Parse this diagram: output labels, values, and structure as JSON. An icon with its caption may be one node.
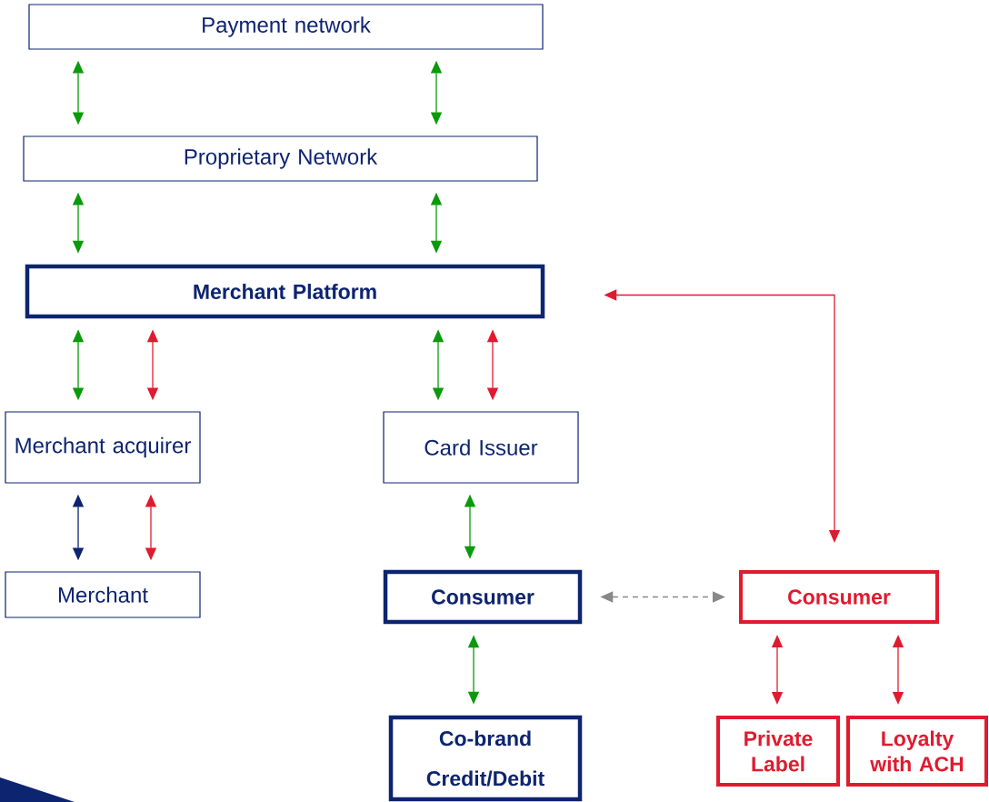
{
  "diagram": {
    "nodes": [
      {
        "text": [
          "Payment network"
        ]
      },
      {
        "text": [
          "Proprietary Network"
        ]
      },
      {
        "text": [
          "Merchant Platform"
        ]
      },
      {
        "text": [
          "Merchant acquirer"
        ]
      },
      {
        "text": [
          "Card Issuer"
        ]
      },
      {
        "text": [
          "Merchant"
        ]
      },
      {
        "text": [
          "Consumer"
        ]
      },
      {
        "text": [
          "Consumer"
        ]
      },
      {
        "text": [
          "Co-brand Credit/Debit"
        ]
      },
      {
        "text": [
          "Private Label"
        ]
      },
      {
        "text": [
          "Loyalty with ACH"
        ]
      }
    ],
    "edges": [
      {
        "from": 0,
        "to": 1,
        "arrow": "both"
      },
      {
        "from": 0,
        "to": 1,
        "arrow": "both"
      },
      {
        "from": 1,
        "to": 2,
        "arrow": "both"
      },
      {
        "from": 1,
        "to": 2,
        "arrow": "both"
      },
      {
        "from": 2,
        "to": 3,
        "arrow": "both"
      },
      {
        "from": 2,
        "to": 3,
        "arrow": "both",
        "color": "#e01b2f"
      },
      {
        "from": 2,
        "to": 4,
        "arrow": "both"
      },
      {
        "from": 2,
        "to": 4,
        "arrow": "both",
        "color": "#e01b2f"
      },
      {
        "from": 3,
        "to": 5,
        "arrow": "both",
        "color": "#0d2470"
      },
      {
        "from": 3,
        "to": 5,
        "arrow": "both",
        "color": "#e01b2f"
      },
      {
        "from": 4,
        "to": 6,
        "arrow": "both"
      },
      {
        "from": 6,
        "to": 7,
        "arrow": "both",
        "style": "dashed",
        "color": "#888888"
      },
      {
        "from": 6,
        "to": 8,
        "arrow": "both"
      },
      {
        "from": 7,
        "to": 2,
        "arrow": "both",
        "color": "#e01b2f"
      },
      {
        "from": 7,
        "to": 9,
        "arrow": "both",
        "color": "#e01b2f"
      },
      {
        "from": 7,
        "to": 10,
        "arrow": "both",
        "color": "#e01b2f"
      }
    ]
  }
}
